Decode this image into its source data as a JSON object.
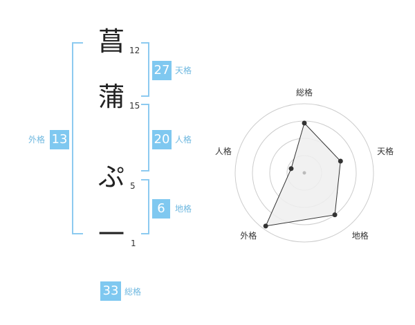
{
  "name_chars": [
    {
      "char": "菖",
      "strokes": "12"
    },
    {
      "char": "蒲",
      "strokes": "15"
    },
    {
      "char": "ぷ",
      "strokes": "5"
    },
    {
      "char": "一",
      "strokes": "1"
    }
  ],
  "fortune": {
    "tenkaku": {
      "value": "27",
      "label": "天格"
    },
    "jinkaku": {
      "value": "20",
      "label": "人格"
    },
    "chikaku": {
      "value": "6",
      "label": "地格"
    },
    "gaikaku": {
      "value": "13",
      "label": "外格"
    },
    "soukaku": {
      "value": "33",
      "label": "総格"
    }
  },
  "colors": {
    "accent": "#7fc8f0",
    "bracket": "#8ccaf0",
    "label": "#6fb8e0"
  },
  "chart_data": {
    "type": "radar",
    "axes": [
      "総格",
      "天格",
      "地格",
      "外格",
      "人格"
    ],
    "values": [
      0.72,
      0.55,
      0.75,
      0.95,
      0.2
    ],
    "rings": 4,
    "grid": true
  }
}
